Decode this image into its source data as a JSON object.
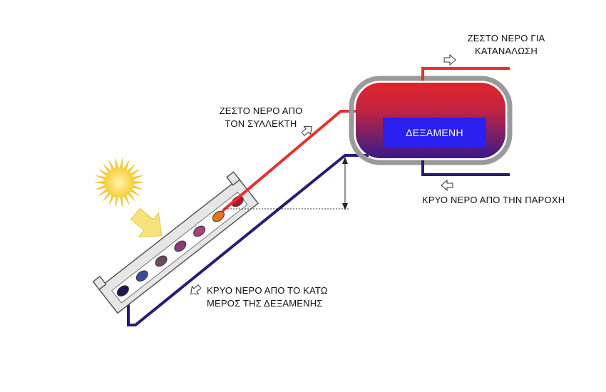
{
  "labels": {
    "hot_consumption_line1": "ΖΕΣΤΟ ΝΕΡΟ ΓΙΑ",
    "hot_consumption_line2": "ΚΑΤΑΝΑΛΩΣΗ",
    "hot_from_collector_line1": "ΖΕΣΤΟ ΝΕΡΟ ΑΠΟ",
    "hot_from_collector_line2": "ΤΟΝ ΣΥΛΛΕΚΤΗ",
    "tank": "ΔΕΞΑΜΕΝΗ",
    "cold_supply": "ΚΡΥΟ ΝΕΡΟ ΑΠΟ ΤΗΝ ΠΑΡΟΧΗ",
    "cold_tank_bottom_line1": "ΚΡΥΟ ΝΕΡΟ ΑΠΟ ΤΟ ΚΑΤΩ",
    "cold_tank_bottom_line2": "ΜΕΡΟΣ ΤΗΣ ΔΕΞΑΜΕΝΗΣ"
  },
  "colors": {
    "hot_pipe": "#e8302b",
    "cold_pipe": "#2a1a78",
    "tank_top": "#e0242c",
    "tank_bottom": "#3a1a8a",
    "tank_label_bg": "#2a20f2",
    "tank_shell": "#9a9a9a",
    "sun": "#f7cf3a",
    "sun_arrow": "#f6e27a"
  },
  "collector_bulb_colors": [
    "#b0182e",
    "#e8741c",
    "#a4437c",
    "#8a3c7a",
    "#6d4a60",
    "#3c4a9a",
    "#1e1850"
  ],
  "icons": {
    "sun": "sun-icon",
    "sunlight_arrow": "sunlight-arrow-icon",
    "flow_arrows": "outline-arrow-icon"
  }
}
